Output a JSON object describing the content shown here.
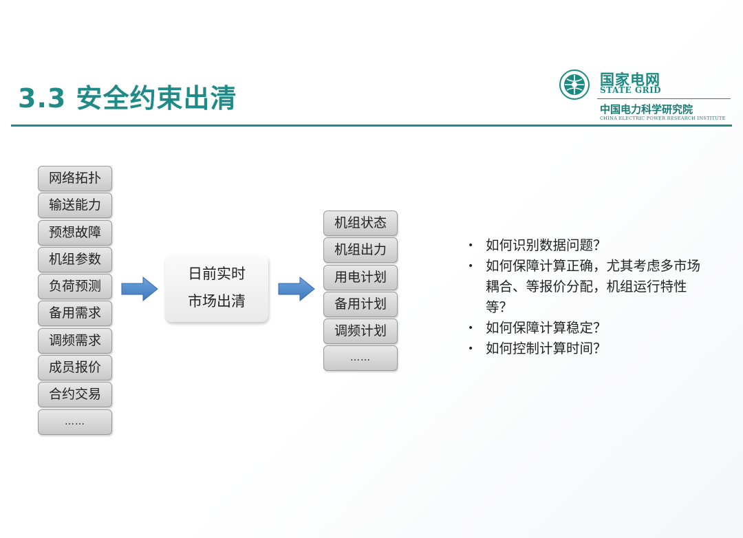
{
  "slide": {
    "title": "3.3 安全约束出清",
    "accent_color": "#1f8a86"
  },
  "logo": {
    "name_cn": "国家电网",
    "name_en": "STATE GRID",
    "institute_cn": "中国电力科学研究院",
    "institute_en": "CHINA ELECTRIC POWER RESEARCH INSTITUTE",
    "icon": "state-grid-emblem"
  },
  "inputs": [
    {
      "label": "网络拓扑"
    },
    {
      "label": "输送能力"
    },
    {
      "label": "预想故障"
    },
    {
      "label": "机组参数"
    },
    {
      "label": "负荷预测"
    },
    {
      "label": "备用需求"
    },
    {
      "label": "调频需求"
    },
    {
      "label": "成员报价"
    },
    {
      "label": "合约交易"
    },
    {
      "label": "……"
    }
  ],
  "process": {
    "line1": "日前实时",
    "line2": "市场出清"
  },
  "outputs": [
    {
      "label": "机组状态"
    },
    {
      "label": "机组出力"
    },
    {
      "label": "用电计划"
    },
    {
      "label": "备用计划"
    },
    {
      "label": "调频计划"
    },
    {
      "label": "……"
    }
  ],
  "arrow_color": "#4a86c8",
  "questions": [
    {
      "bullet": "•",
      "text": "如何识别数据问题？"
    },
    {
      "bullet": "•",
      "text": "如何保障计算正确，尤其考虑多市场耦合、等报价分配，机组运行特性等？"
    },
    {
      "bullet": "•",
      "text": "如何保障计算稳定？"
    },
    {
      "bullet": "•",
      "text": "如何控制计算时间？"
    }
  ]
}
